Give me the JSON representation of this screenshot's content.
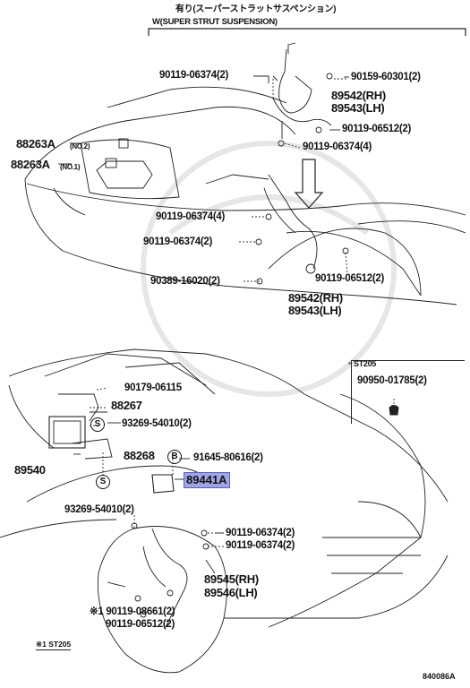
{
  "header": {
    "jp_title": "有り(スーパーストラットサスペンション)",
    "en_title": "W(SUPER STRUT SUSPENSION)"
  },
  "top_labels": [
    {
      "id": "t1",
      "text": "90119-06374(2)"
    },
    {
      "id": "t2",
      "text": "90159-60301(2)"
    },
    {
      "id": "t3",
      "text": "89542(RH)"
    },
    {
      "id": "t4",
      "text": "89543(LH)"
    },
    {
      "id": "t5",
      "text": "90119-06512(2)"
    },
    {
      "id": "t6",
      "text": "90119-06374(4)"
    }
  ],
  "mid_labels": [
    {
      "id": "m1",
      "text": "88263A"
    },
    {
      "id": "m1n",
      "text": "(NO.2)"
    },
    {
      "id": "m2",
      "text": "88263A"
    },
    {
      "id": "m2n",
      "text": "(NO.1)"
    },
    {
      "id": "m3",
      "text": "90119-06374(4)"
    },
    {
      "id": "m4",
      "text": "90119-06374(2)"
    },
    {
      "id": "m5",
      "text": "90389-16020(2)"
    },
    {
      "id": "m6",
      "text": "90119-06512(2)"
    },
    {
      "id": "m7",
      "text": "89542(RH)"
    },
    {
      "id": "m8",
      "text": "89543(LH)"
    }
  ],
  "st205_box": {
    "title": "ST205",
    "part": "90950-01785(2)"
  },
  "lower_labels": [
    {
      "id": "l1",
      "text": "90179-06115"
    },
    {
      "id": "l2",
      "text": "88267"
    },
    {
      "id": "l3",
      "text": "93269-54010(2)"
    },
    {
      "id": "l4",
      "text": "89540"
    },
    {
      "id": "l5",
      "text": "88268"
    },
    {
      "id": "l6",
      "text": "91645-80616(2)"
    },
    {
      "id": "l7",
      "text": "93269-54010(2)"
    },
    {
      "id": "l8",
      "text": "90119-06374(2)"
    },
    {
      "id": "l9",
      "text": "90119-06374(2)"
    },
    {
      "id": "l10",
      "text": "89545(RH)"
    },
    {
      "id": "l11",
      "text": "89546(LH)"
    },
    {
      "id": "l12",
      "text": "※1 90119-08661(2)"
    },
    {
      "id": "l13",
      "text": "90119-06512(2)"
    }
  ],
  "highlight_part": "89441A",
  "symbols": {
    "s": "S",
    "b": "B"
  },
  "footnote": "※1 ST205",
  "diagram_code": "840086A"
}
